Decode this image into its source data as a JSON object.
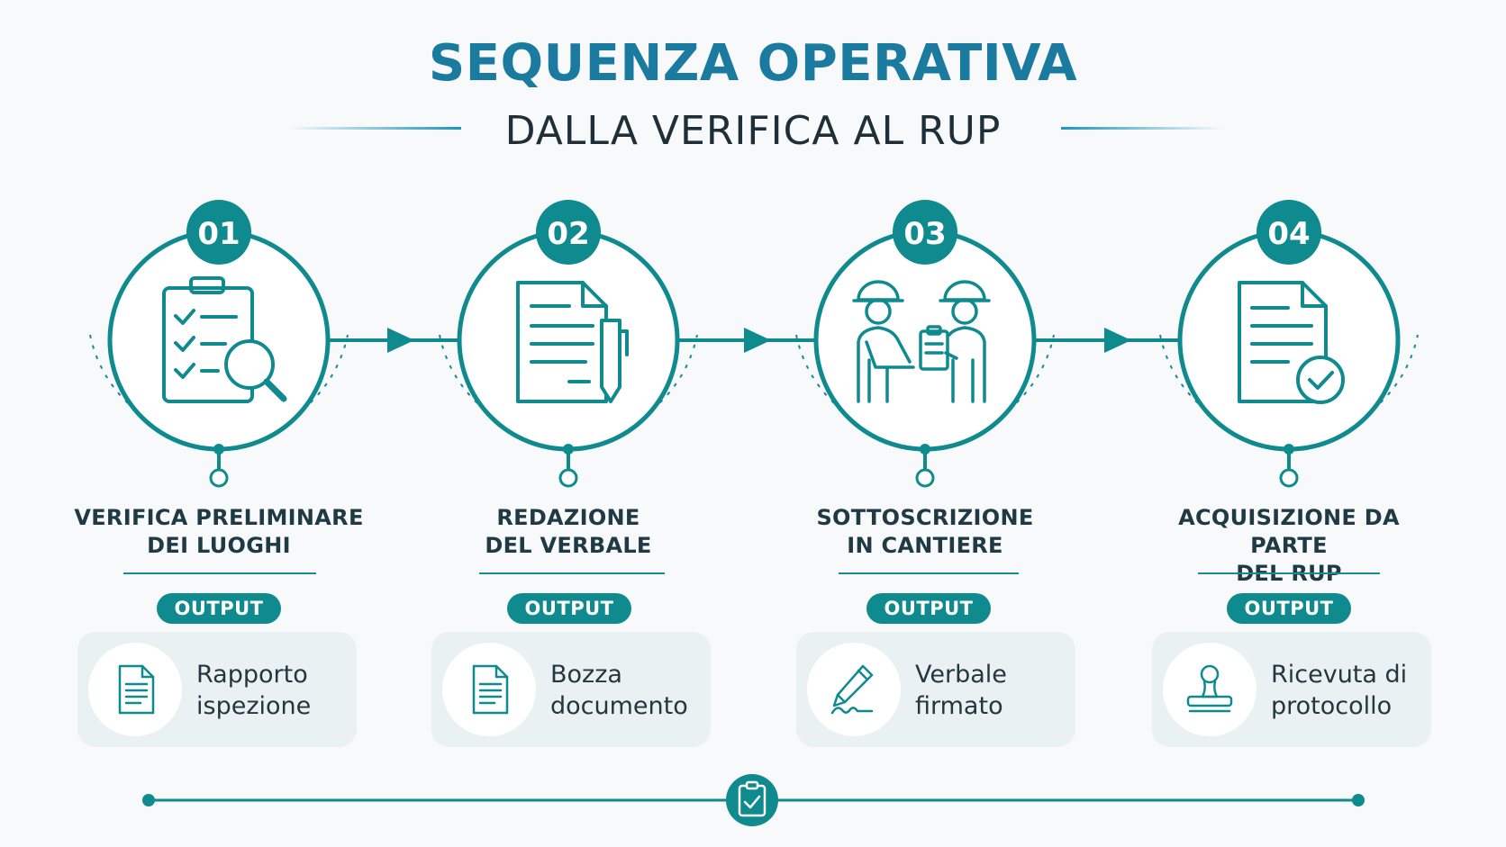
{
  "title": "SEQUENZA OPERATIVA",
  "subtitle": "DALLA VERIFICA AL RUP",
  "colors": {
    "primary": "#0f8a8f",
    "accent": "#1b7aa0",
    "text": "#1f3a44",
    "card": "#e9f1f2"
  },
  "steps": [
    {
      "number": "01",
      "icon": "checklist-magnifier-icon",
      "label_line1": "VERIFICA PRELIMINARE",
      "label_line2": "DEI LUOGHI",
      "output_label": "OUTPUT",
      "output_icon": "document-icon",
      "output_line1": "Rapporto",
      "output_line2": "ispezione"
    },
    {
      "number": "02",
      "icon": "document-pen-icon",
      "label_line1": "REDAZIONE",
      "label_line2": "DEL VERBALE",
      "output_label": "OUTPUT",
      "output_icon": "document-icon",
      "output_line1": "Bozza",
      "output_line2": "documento"
    },
    {
      "number": "03",
      "icon": "workers-handshake-icon",
      "label_line1": "SOTTOSCRIZIONE",
      "label_line2": "IN CANTIERE",
      "output_label": "OUTPUT",
      "output_icon": "pen-signature-icon",
      "output_line1": "Verbale",
      "output_line2": "firmato"
    },
    {
      "number": "04",
      "icon": "document-check-icon",
      "label_line1": "ACQUISIZIONE DA PARTE",
      "label_line2": "DEL RUP",
      "output_label": "OUTPUT",
      "output_icon": "stamp-icon",
      "output_line1": "Ricevuta di",
      "output_line2": "protocollo"
    }
  ],
  "footer_icon": "clipboard-check-icon"
}
